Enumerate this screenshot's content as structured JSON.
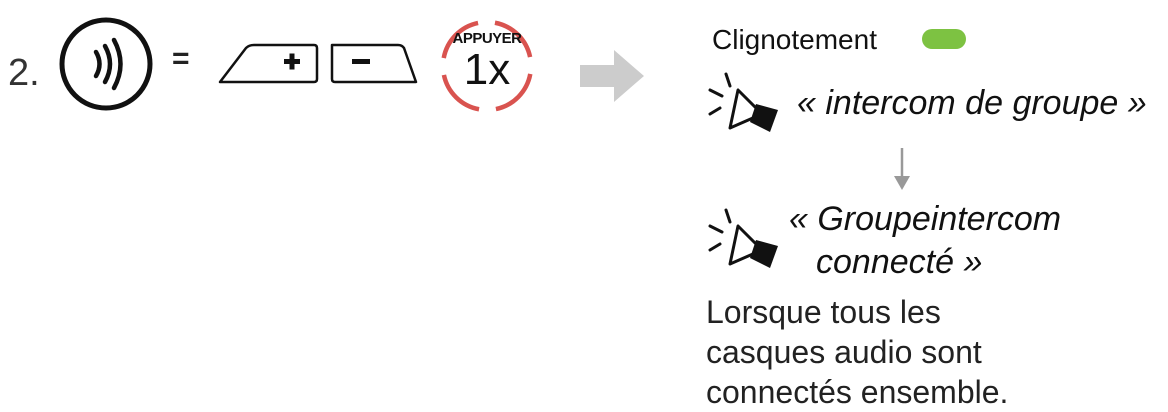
{
  "step": {
    "number": "2."
  },
  "equals_sign": "=",
  "action": {
    "press_label": "APPUYER",
    "press_count": "1x"
  },
  "led": {
    "label": "Clignotement",
    "color": "#7dc242"
  },
  "announcements": {
    "first": "«  intercom de groupe »",
    "second_line1": "« Groupeintercom",
    "second_line2": "connecté »"
  },
  "description": {
    "line1": "Lorsque tous les",
    "line2": "casques audio sont",
    "line3": "connectés ensemble."
  },
  "icons": {
    "intercom": "intercom-button-icon",
    "plus": "plus-button-icon",
    "minus": "minus-button-icon",
    "arrow": "arrow-right-icon",
    "speaker": "speaker-icon",
    "down_arrow": "arrow-down-icon"
  },
  "colors": {
    "press_ring": "#d9534f",
    "arrow": "#cccccc",
    "down_arrow": "#999999"
  }
}
